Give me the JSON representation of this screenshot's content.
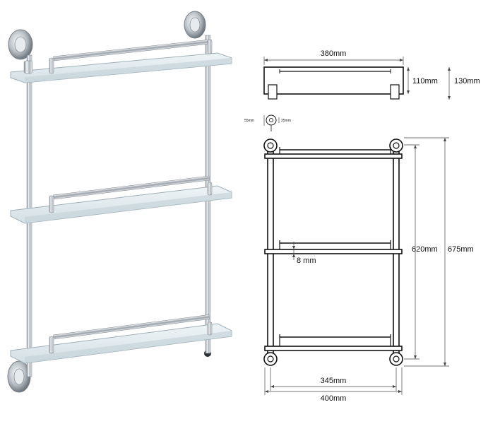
{
  "dimensions": {
    "top_width": "380mm",
    "top_inner_height": "110mm",
    "top_outer_height": "130mm",
    "mount_diameter_left": "55mm",
    "mount_diameter_right": "25mm",
    "rail_inner_height": "620mm",
    "rail_outer_height": "675mm",
    "glass_thickness": "8 mm",
    "shelf_inner_width": "345mm",
    "total_width": "400mm"
  },
  "colors": {
    "chrome": "#c9ced3",
    "glass": "#dfe9ee",
    "outline": "#111111",
    "dimension_line": "#444444"
  }
}
